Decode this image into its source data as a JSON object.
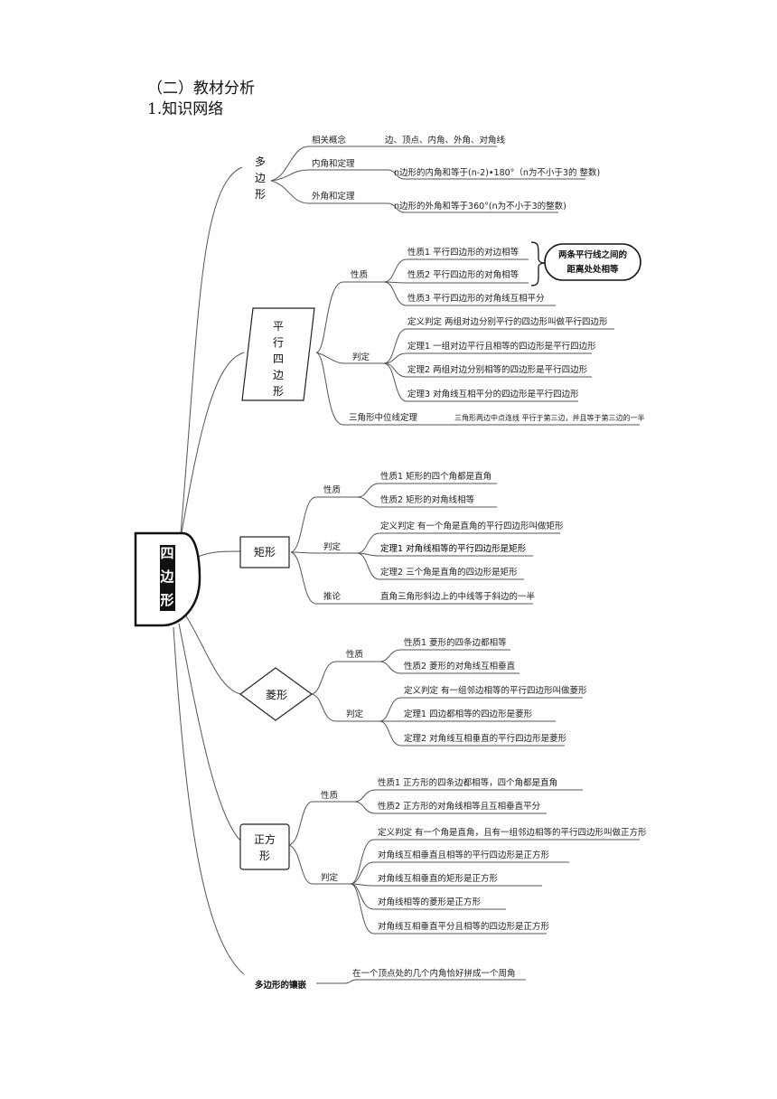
{
  "section_title": "（二）教材分析",
  "subsection_title": "1.知识网络",
  "root": [
    "四",
    "边",
    "形"
  ],
  "polygon": {
    "name": [
      "多",
      "边",
      "形"
    ],
    "items": [
      {
        "label": "相关概念",
        "text": "边、顶点、内角、外角、对角线"
      },
      {
        "label": "内角和定理",
        "text": "n边形的内角和等于(n-2)•180°（n为不小于3的 整数)"
      },
      {
        "label": "外角和定理",
        "text": "n边形的外角和等于360°(n为不小于3的整数)"
      }
    ]
  },
  "parallelogram": {
    "name": [
      "平",
      "行",
      "四",
      "边",
      "形"
    ],
    "prop_label": "性质",
    "props": [
      "性质1  平行四边形的对边相等",
      "性质2  平行四边形的对角相等",
      "性质3   平行四边形的对角线互相平分"
    ],
    "note": [
      "两条平行线之间的",
      "距离处处相等"
    ],
    "judge_label": "判定",
    "judges": [
      "定义判定    两组对边分别平行的四边形叫做平行四边形",
      "定理1  一组对边平行且相等的四边形是平行四边形",
      "定理2   两组对边分别相等的四边形是平行四边形",
      "定理3  对角线互相平分的四边形是平行四边形"
    ],
    "midline_label": "三角形中位线定理",
    "midline_text": "三角形两边中点连线 平行于第三边，并且等于第三边的一半"
  },
  "rectangle": {
    "name": "矩形",
    "prop_label": "性质",
    "props": [
      "性质1  矩形的四个角都是直角",
      "性质2  矩形的对角线相等"
    ],
    "judge_label": "判定",
    "judges": [
      "定义判定  有一个角是直角的平行四边形叫做矩形",
      "定理1  对角线相等的平行四边形是矩形",
      "定理2   三个角是直角的四边形是矩形"
    ],
    "corollary_label": "推论",
    "corollary_text": "直角三角形斜边上的中线等于斜边的一半"
  },
  "rhombus": {
    "name": "菱形",
    "prop_label": "性质",
    "props": [
      "性质1  菱形的四条边都相等",
      "性质2  菱形的对角线互相垂直"
    ],
    "judge_label": "判定",
    "judges": [
      "定义判定  有一组邻边相等的平行四边形叫做菱形",
      "定理1  四边都相等的四边形是菱形",
      "定理2  对角线互相垂直的平行四边形是菱形"
    ]
  },
  "square": {
    "name": [
      "正方",
      "形"
    ],
    "prop_label": "性质",
    "props": [
      "性质1  正方形的四条边都相等，四个角都是直角",
      "性质2   正方形的对角线相等且互相垂直平分"
    ],
    "judge_label": "判定",
    "judges": [
      "定义判定  有一个角是直角，且有一组邻边相等的平行四边形叫做正方形",
      "对角线互相垂直且相等的平行四边形是正方形",
      "对角线互相垂直的矩形是正方形",
      "对角线相等的菱形是正方形",
      "对角线互相垂直平分且相等的四边形是正方形"
    ]
  },
  "tessellation": {
    "name": "多边形的镶嵌",
    "text": "在一个顶点处的几个内角恰好拼成一个周角"
  }
}
